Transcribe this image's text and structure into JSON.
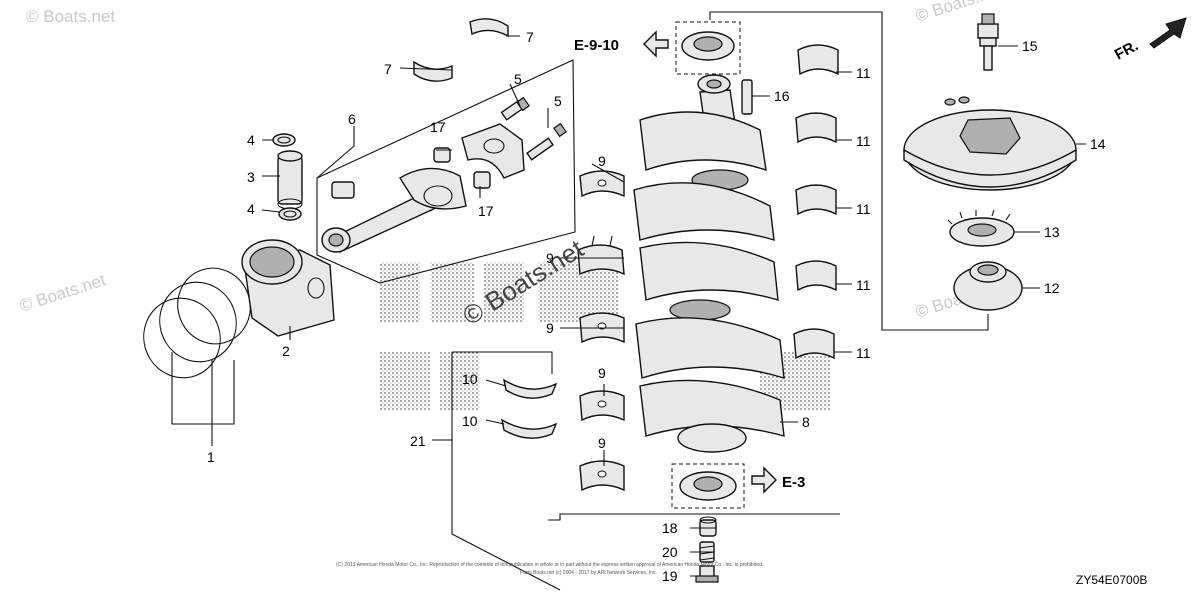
{
  "diagram": {
    "callouts": [
      {
        "id": "c1",
        "text": "1"
      },
      {
        "id": "c2",
        "text": "2"
      },
      {
        "id": "c3",
        "text": "3"
      },
      {
        "id": "c4a",
        "text": "4"
      },
      {
        "id": "c4b",
        "text": "4"
      },
      {
        "id": "c5a",
        "text": "5"
      },
      {
        "id": "c5b",
        "text": "5"
      },
      {
        "id": "c6",
        "text": "6"
      },
      {
        "id": "c7a",
        "text": "7"
      },
      {
        "id": "c7b",
        "text": "7"
      },
      {
        "id": "c8",
        "text": "8"
      },
      {
        "id": "c9a",
        "text": "9"
      },
      {
        "id": "c9b",
        "text": "9"
      },
      {
        "id": "c9c",
        "text": "9"
      },
      {
        "id": "c9d",
        "text": "9"
      },
      {
        "id": "c9e",
        "text": "9"
      },
      {
        "id": "c10a",
        "text": "10"
      },
      {
        "id": "c10b",
        "text": "10"
      },
      {
        "id": "c11a",
        "text": "11"
      },
      {
        "id": "c11b",
        "text": "11"
      },
      {
        "id": "c11c",
        "text": "11"
      },
      {
        "id": "c11d",
        "text": "11"
      },
      {
        "id": "c11e",
        "text": "11"
      },
      {
        "id": "c12",
        "text": "12"
      },
      {
        "id": "c13",
        "text": "13"
      },
      {
        "id": "c14",
        "text": "14"
      },
      {
        "id": "c15",
        "text": "15"
      },
      {
        "id": "c16",
        "text": "16"
      },
      {
        "id": "c17a",
        "text": "17"
      },
      {
        "id": "c17b",
        "text": "17"
      },
      {
        "id": "c18",
        "text": "18"
      },
      {
        "id": "c19",
        "text": "19"
      },
      {
        "id": "c20",
        "text": "20"
      },
      {
        "id": "c21",
        "text": "21"
      }
    ],
    "refs": {
      "top": "E-9-10",
      "bottom": "E-3",
      "front": "FR."
    },
    "diagram_code": "ZY54E0700B",
    "watermarks": {
      "center": "© Boats.net",
      "faint": "© Boats.net"
    },
    "copyright_line1": "(C) 2013 American Honda Motor Co., Inc. Reproduction of the contents of this publication in whole or in part without the express written approval of American Honda Motor Co., Inc. is prohibited.",
    "copyright_line2": "Parts Boats.net (c) 2004 - 2017 by ARI Network Services, Inc."
  }
}
